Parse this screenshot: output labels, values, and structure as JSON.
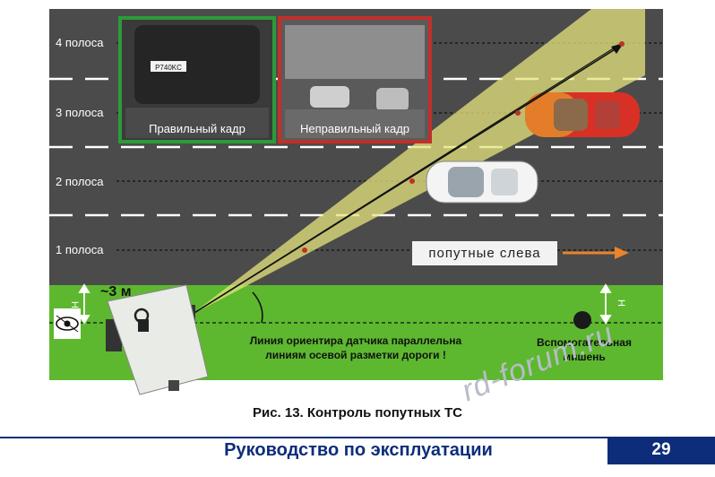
{
  "lanes": [
    "4 полоса",
    "3 полоса",
    "2 полоса",
    "1 полоса"
  ],
  "frames": {
    "correct": "Правильный кадр",
    "incorrect": "Неправильный кадр",
    "plate_text": "P740KC"
  },
  "direction_label": "попутные  слева",
  "distance_label": "~3 м",
  "height_label": "H",
  "sensor_note": "Линия ориентира датчика параллельна линиям осевой разметки дороги !",
  "target_label": "Вспомогательная мишень",
  "figure_caption": "Рис. 13. Контроль попутных ТС",
  "footer": {
    "title": "Руководство по эксплуатации",
    "page_number": "29"
  },
  "watermark": "rd-forum.ru",
  "colors": {
    "road": "#4a4a4a",
    "grass": "#5cb82e",
    "beam": "#e8e87a",
    "correct_frame": "#2d9a3a",
    "incorrect_frame": "#c0302a",
    "footer_blue": "#0d2d7a"
  }
}
